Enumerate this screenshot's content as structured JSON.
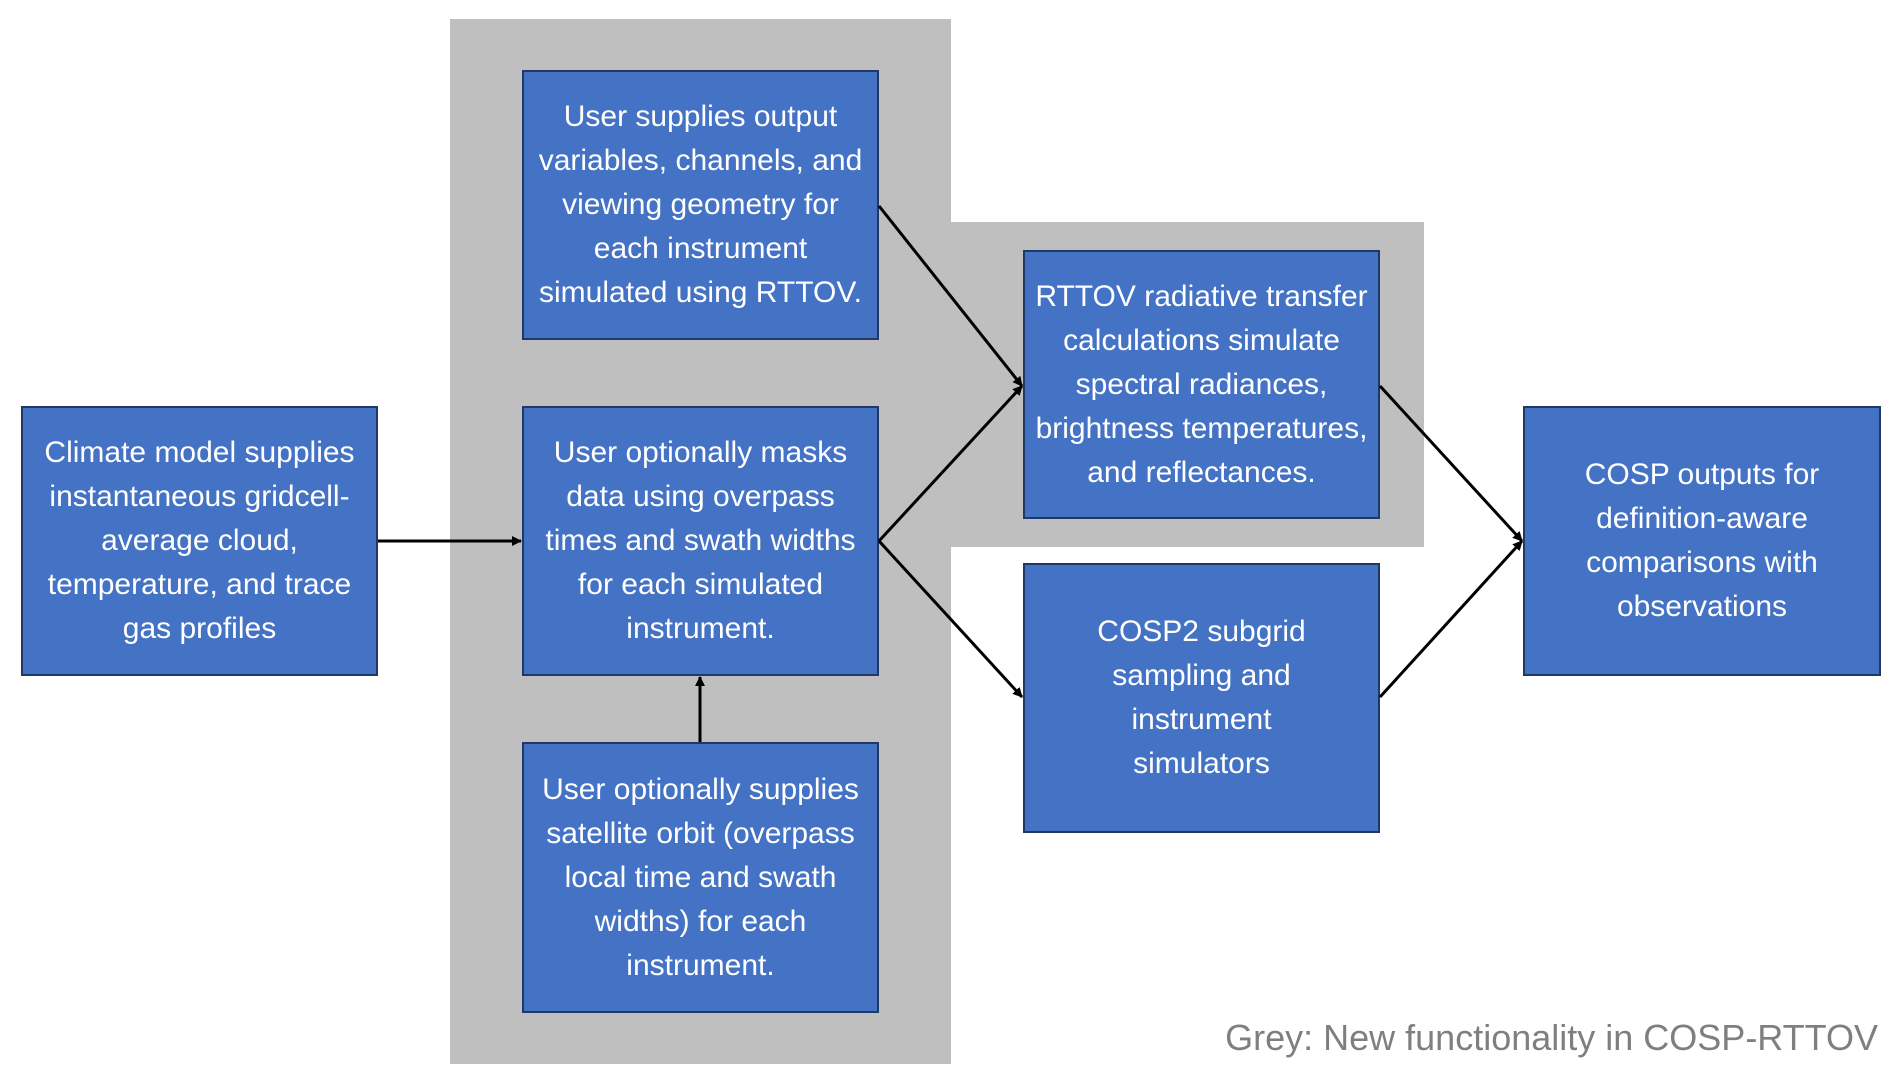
{
  "colors": {
    "box_fill": "#4472c4",
    "box_border": "#1f3864",
    "new_functionality": "#bfbfbf",
    "legend_text": "#7f7f7f"
  },
  "boxes": {
    "climate_model": "Climate model supplies instantaneous gridcell-average cloud, temperature, and trace gas profiles",
    "user_outputs": "User supplies output variables, channels, and viewing geometry for each instrument simulated using RTTOV.",
    "user_masks": "User optionally masks data using overpass times and swath widths for each simulated instrument.",
    "user_orbit": "User optionally supplies satellite orbit (overpass local time and swath widths) for each instrument.",
    "rttov": "RTTOV radiative transfer calculations simulate spectral radiances, brightness temperatures, and reflectances.",
    "cosp2": "COSP2 subgrid sampling and instrument simulators",
    "cosp_outputs": "COSP outputs for definition-aware comparisons with observations"
  },
  "legend": "Grey: New functionality in COSP-RTTOV"
}
